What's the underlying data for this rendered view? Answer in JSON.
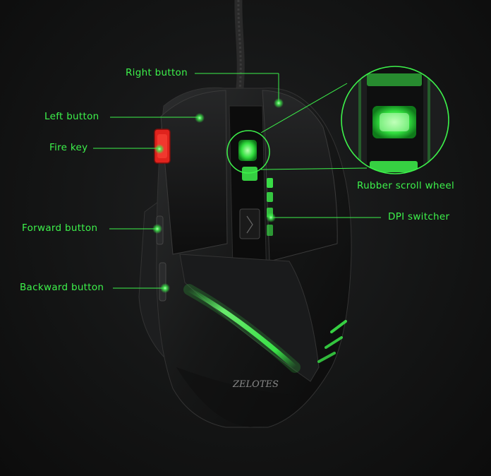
{
  "callouts": {
    "right_button": "Right button",
    "left_button": "Left button",
    "fire_key": "Fire key",
    "forward_button": "Forward button",
    "backward_button": "Backward button",
    "rubber_scroll_wheel": "Rubber scroll wheel",
    "dpi_switcher": "DPI switcher"
  },
  "brand": {
    "logo_text": "ZELOTES"
  },
  "colors": {
    "accent_green": "#3df24b",
    "fire_key_red": "#e0231d",
    "background": "#141515"
  }
}
